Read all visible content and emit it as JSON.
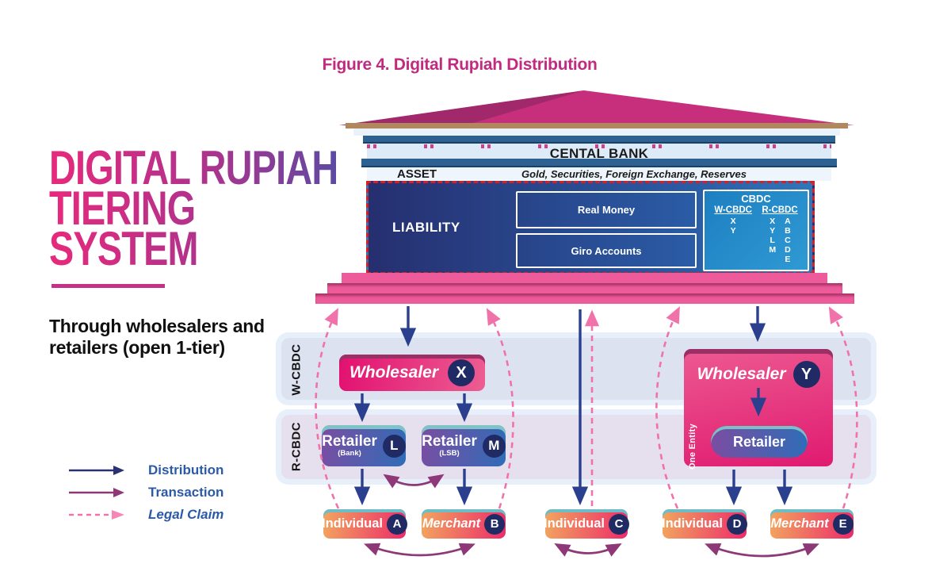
{
  "figure": {
    "title": "Figure 4. Digital Rupiah Distribution"
  },
  "panel": {
    "title_line1": "DIGITAL RUPIAH",
    "title_line2": "TIERING",
    "title_line3": "SYSTEM",
    "subtitle": "Through wholesalers and retailers (open 1-tier)",
    "legend": {
      "distribution": "Distribution",
      "transaction": "Transaction",
      "legal_claim": "Legal Claim"
    }
  },
  "bank": {
    "name": "CENTAL BANK",
    "asset": {
      "label": "ASSET",
      "items": "Gold, Securities, Foreign Exchange, Reserves"
    },
    "liability": {
      "label": "LIABILITY",
      "box1": "Real Money",
      "box2": "Giro Accounts"
    },
    "cbdc": {
      "title": "CBDC",
      "w": {
        "header": "W-CBDC",
        "items": [
          "X",
          "Y"
        ]
      },
      "r": {
        "header": "R-CBDC",
        "col1": [
          "X",
          "Y",
          "L",
          "M"
        ],
        "col2": [
          "A",
          "B",
          "C",
          "D",
          "E"
        ]
      }
    }
  },
  "tiers": {
    "w_label": "W-CBDC",
    "r_label": "R-CBDC",
    "wholesaler_x": {
      "name": "Wholesaler",
      "badge": "X"
    },
    "wholesaler_y": {
      "name": "Wholesaler",
      "badge": "Y",
      "annotation": "One Entity",
      "retailer": "Retailer"
    },
    "retailer_l": {
      "name": "Retailer",
      "type": "(Bank)",
      "badge": "L"
    },
    "retailer_m": {
      "name": "Retailer",
      "type": "(LSB)",
      "badge": "M"
    },
    "endpoints": [
      {
        "name": "Individual",
        "badge": "A"
      },
      {
        "name": "Merchant",
        "badge": "B"
      },
      {
        "name": "Individual",
        "badge": "C"
      },
      {
        "name": "Individual",
        "badge": "D"
      },
      {
        "name": "Merchant",
        "badge": "E"
      }
    ]
  },
  "colors": {
    "figure_title": "#c22a7f",
    "title_gradient_start": "#e7297c",
    "title_gradient_end": "#5d4aa2",
    "distribution_arrow": "#2b3f8f",
    "transaction_arrow": "#8e3878",
    "legal_claim_arrow": "#f172ab",
    "legend_text": "#2b5aa7",
    "roof_pink": "#c72f7d",
    "bank_bar_blue": "#2d6191",
    "liability_navy": "#262f6f",
    "cbdc_blue": "#1d7fc0",
    "steps_pink": "#ee5b9b",
    "wholesaler_pink": "#e21070",
    "retailer_purple": "#7b4da2",
    "retailer_blue": "#2f6cb7",
    "endpoint_orange": "#f2a55e",
    "endpoint_pink": "#ec2b69",
    "badge_navy": "#202a64"
  }
}
